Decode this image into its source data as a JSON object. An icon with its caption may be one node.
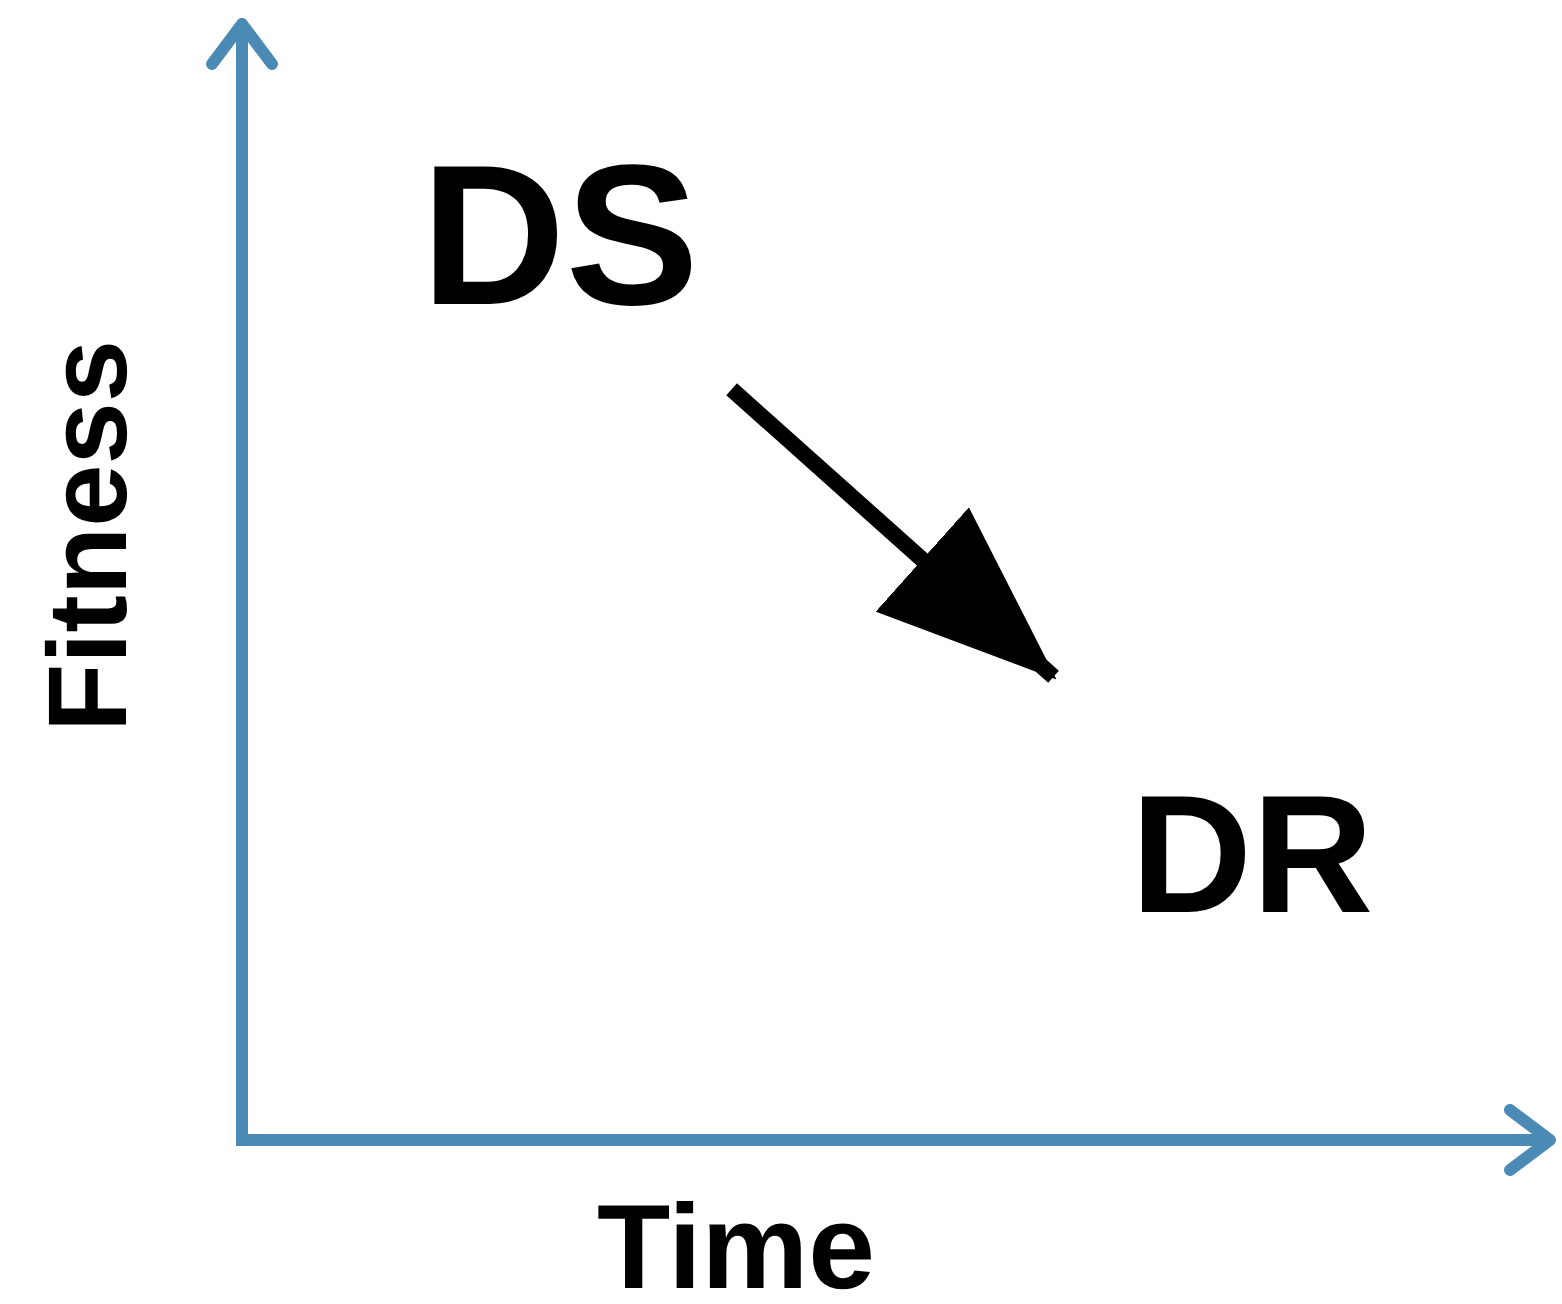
{
  "diagram": {
    "nodes": [
      {
        "text": [
          "DS"
        ]
      },
      {
        "text": [
          "DR"
        ]
      }
    ],
    "edges": [
      {
        "from": 0,
        "to": 1,
        "arrow": "to"
      }
    ],
    "labels": [
      "Fitness",
      "Time"
    ]
  }
}
